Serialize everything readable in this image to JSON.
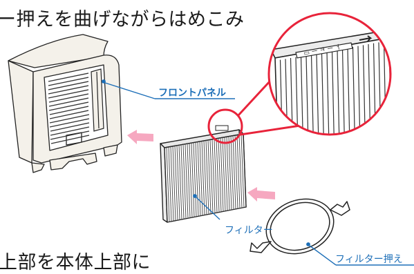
{
  "captions": {
    "top": "ー押えを曲げながらはめこみ",
    "bottom": "上部を本体上部に"
  },
  "labels": {
    "front_panel": "フロントパネル",
    "filter": "フィルター",
    "filter_holder": "フィルター押え"
  },
  "colors": {
    "label_blue": "#1d6fb8",
    "callout_red": "#e8233a",
    "arrow_pink": "#f6a8c0",
    "line_dark": "#222222",
    "panel_fill": "#f4f1ea"
  }
}
